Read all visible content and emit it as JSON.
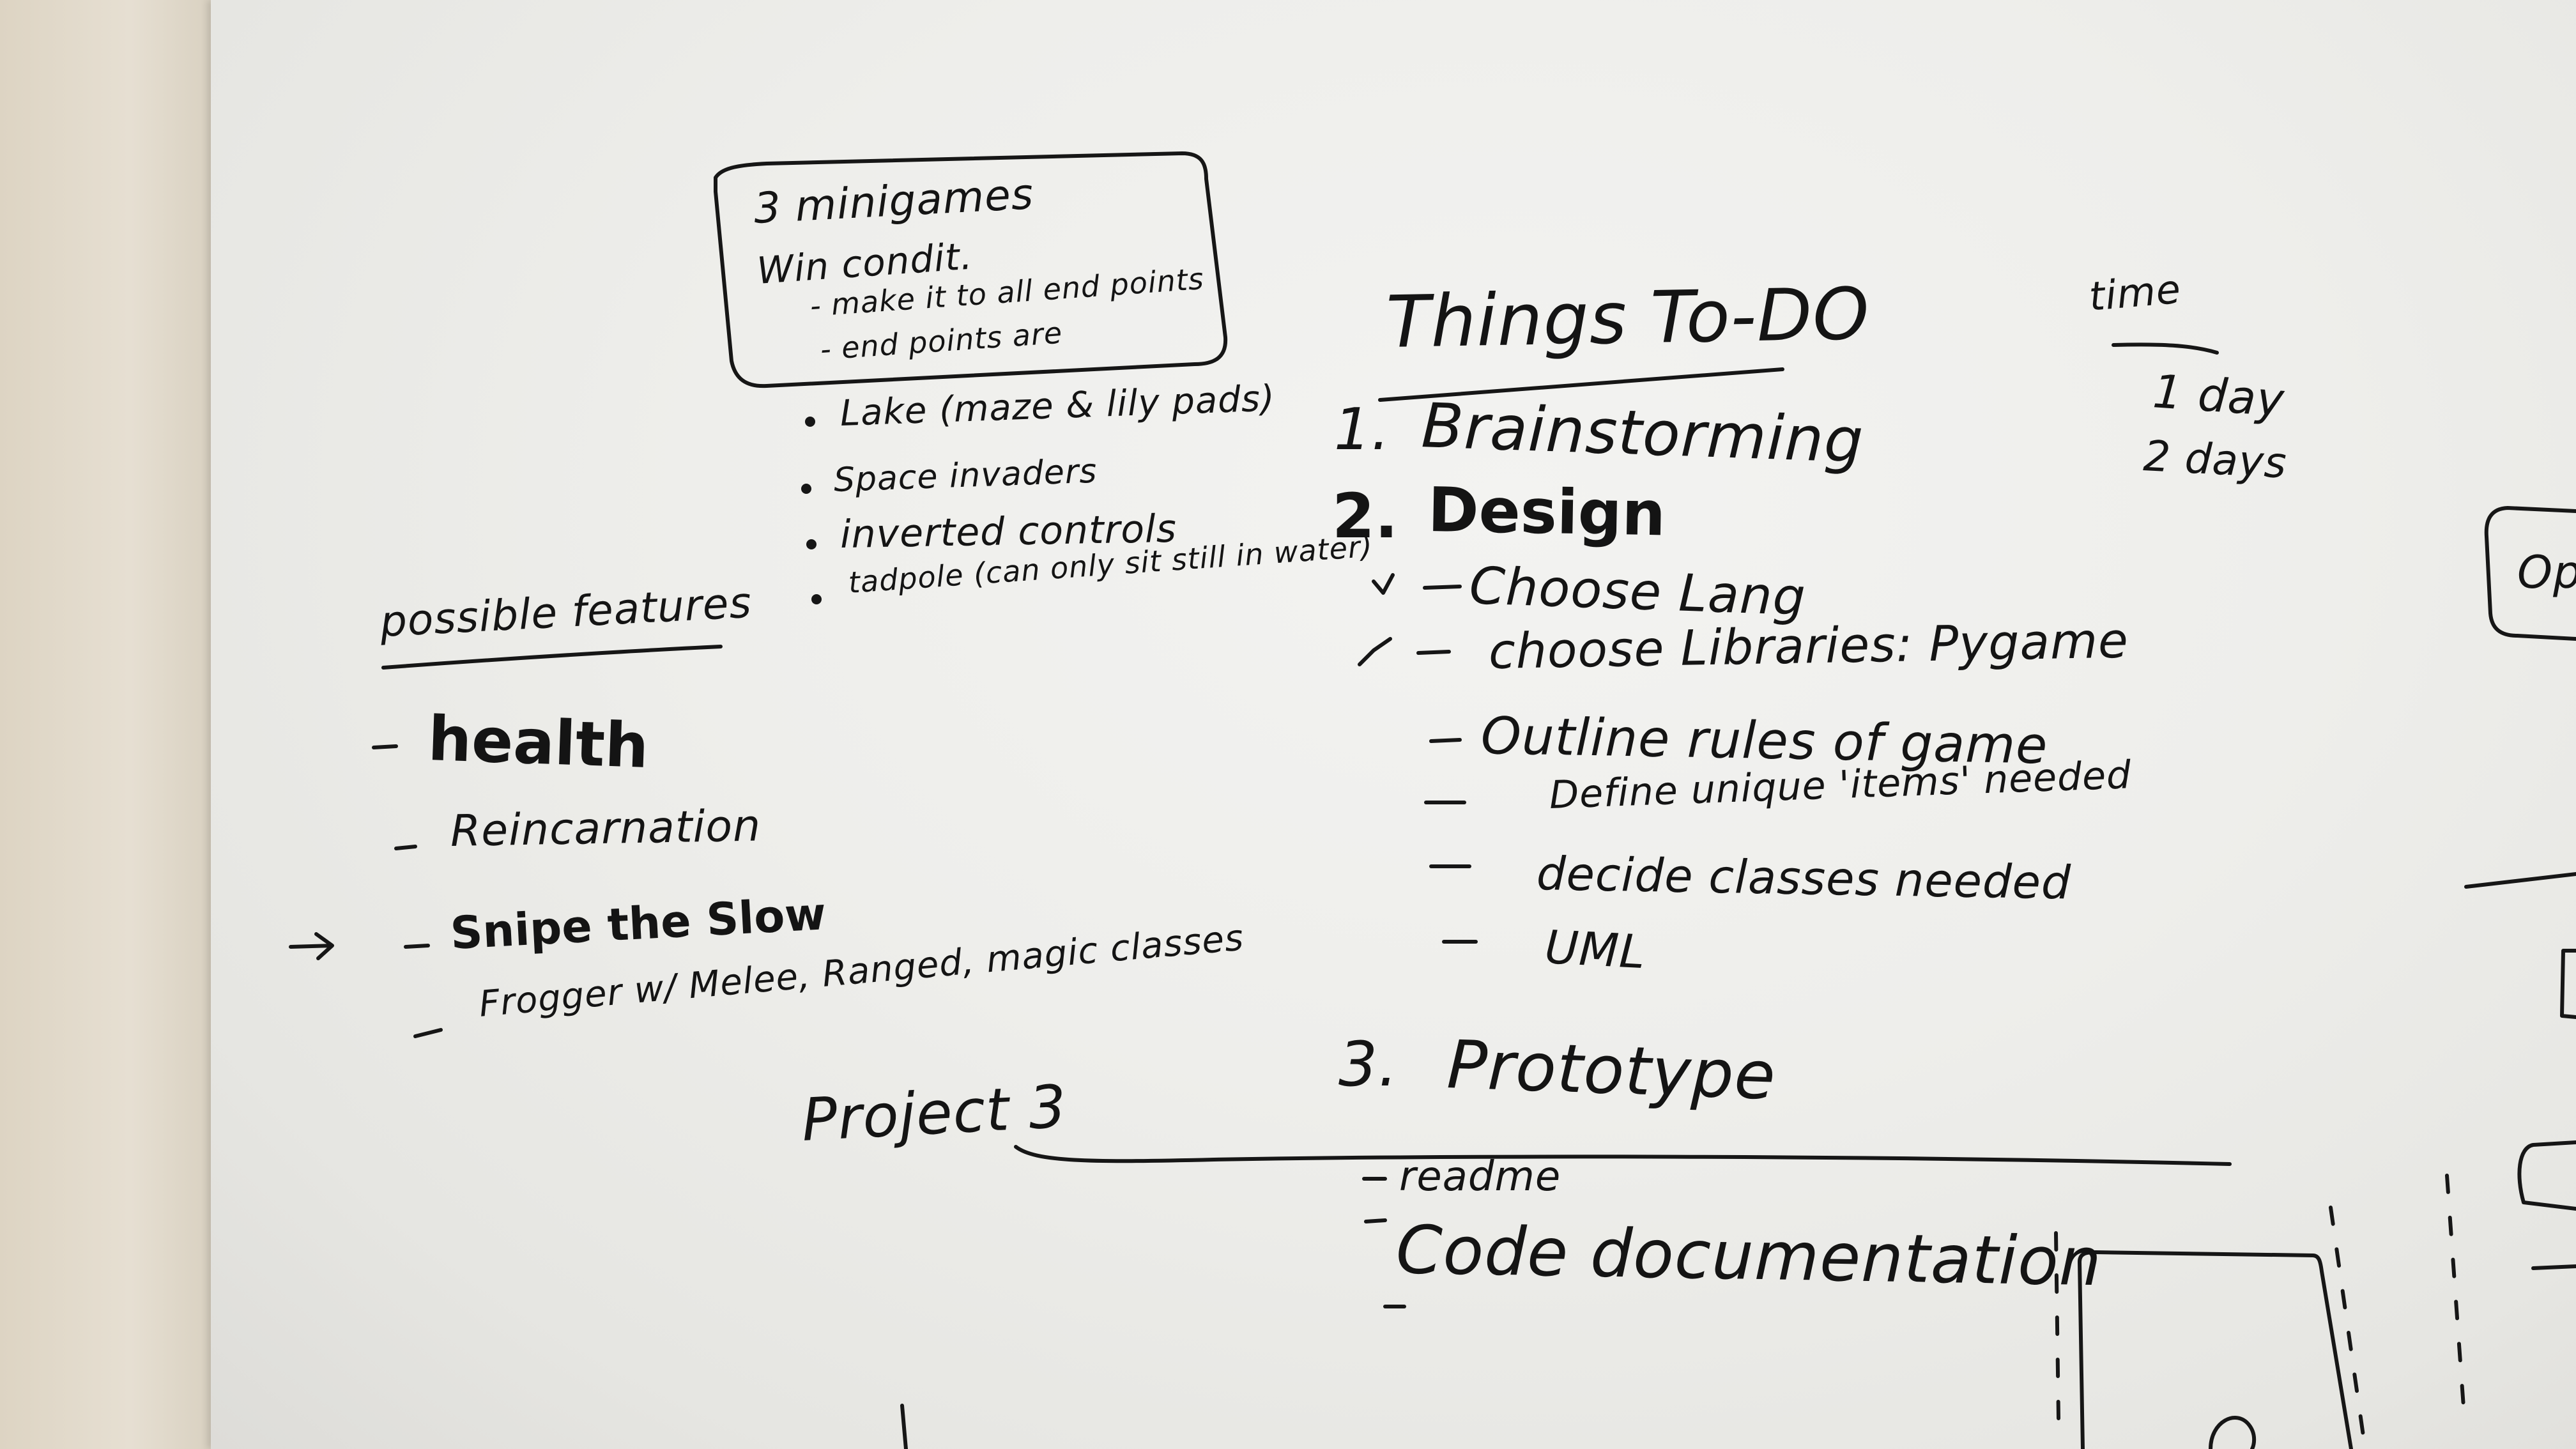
{
  "minigames_box": {
    "heading": "3 minigames",
    "win_condition": "Win condit.",
    "lines": [
      "- make it to all end points",
      "- end points are"
    ]
  },
  "minigames_list": [
    "Lake (maze & lily pads)",
    "Space invaders",
    "inverted controls",
    "tadpole (can only sit still in water)"
  ],
  "possible_features": {
    "heading": "possible features",
    "items": [
      "health",
      "Reincarnation",
      "Snipe the Slow",
      "Frogger w/ Melee, Ranged, magic classes"
    ],
    "arrow": "→"
  },
  "todo": {
    "title": "Things To-DO",
    "steps": [
      {
        "number": "1.",
        "label": "Brainstorming"
      },
      {
        "number": "2.",
        "label": "Design"
      },
      {
        "number": "3.",
        "label": "Prototype"
      }
    ],
    "design_tasks": [
      {
        "check": "✓",
        "label": "Choose Lang"
      },
      {
        "check": "✓",
        "label": "choose Libraries: Pygame"
      },
      {
        "check": "",
        "label": "Outline rules of game"
      },
      {
        "check": "",
        "label": "Define unique 'items' needed"
      },
      {
        "check": "",
        "label": "decide classes needed"
      },
      {
        "check": "",
        "label": "UML"
      }
    ],
    "prototype_tasks": [
      "readme",
      "Code documentation"
    ]
  },
  "time": {
    "heading": "time",
    "values": [
      "1 day",
      "2 days"
    ]
  },
  "project_label": "Project 3",
  "right_edge_label": "Opt",
  "colors": {
    "ink": "#141414",
    "board": "#f0f0ee",
    "wall": "#e3dccf"
  }
}
